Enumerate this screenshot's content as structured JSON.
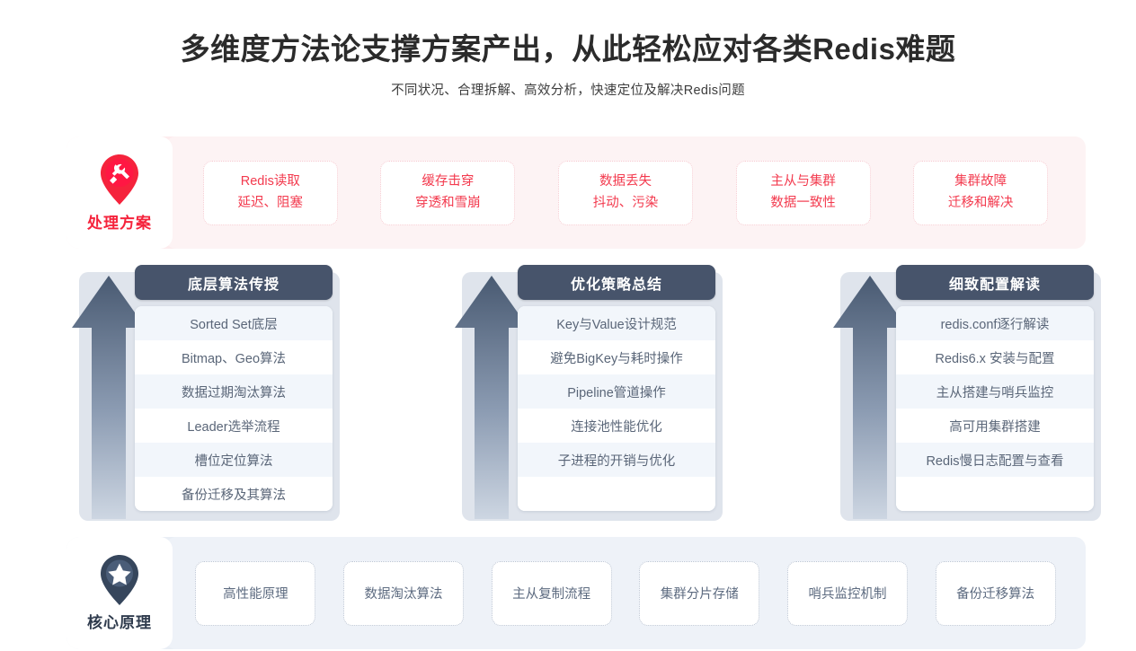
{
  "header": {
    "title": "多维度方法论支撑方案产出，从此轻松应对各类Redis难题",
    "subtitle": "不同状况、合理拆解、高效分析，快速定位及解决Redis问题"
  },
  "colors": {
    "accent_pink": "#f5233c",
    "pink_panel_bg": "#fdf3f4",
    "pink_band_bg": "#fdecee",
    "accent_slate": "#47546b",
    "blue_panel_bg": "#eef2f8",
    "blue_band_bg": "#e9eef5",
    "row_alt_bg": "#f2f6fb",
    "row_text": "#5a6678"
  },
  "solutions_band": {
    "badge": {
      "icon": "map-pin-wrench-icon",
      "label": "处理方案"
    },
    "chips": [
      {
        "line1": "Redis读取",
        "line2": "延迟、阻塞"
      },
      {
        "line1": "缓存击穿",
        "line2": "穿透和雪崩"
      },
      {
        "line1": "数据丢失",
        "line2": "抖动、污染"
      },
      {
        "line1": "主从与集群",
        "line2": "数据一致性"
      },
      {
        "line1": "集群故障",
        "line2": "迁移和解决"
      }
    ]
  },
  "columns": [
    {
      "header": "底层算法传授",
      "items": [
        "Sorted Set底层",
        "Bitmap、Geo算法",
        "数据过期淘汰算法",
        "Leader选举流程",
        "槽位定位算法",
        "备份迁移及其算法"
      ]
    },
    {
      "header": "优化策略总结",
      "items": [
        "Key与Value设计规范",
        "避免BigKey与耗时操作",
        "Pipeline管道操作",
        "连接池性能优化",
        "子进程的开销与优化",
        ""
      ]
    },
    {
      "header": "细致配置解读",
      "items": [
        "redis.conf逐行解读",
        "Redis6.x 安装与配置",
        "主从搭建与哨兵监控",
        "高可用集群搭建",
        "Redis慢日志配置与查看",
        ""
      ]
    }
  ],
  "principles_band": {
    "badge": {
      "icon": "map-pin-star-icon",
      "label": "核心原理"
    },
    "chips": [
      "高性能原理",
      "数据淘汰算法",
      "主从复制流程",
      "集群分片存储",
      "哨兵监控机制",
      "备份迁移算法"
    ]
  }
}
